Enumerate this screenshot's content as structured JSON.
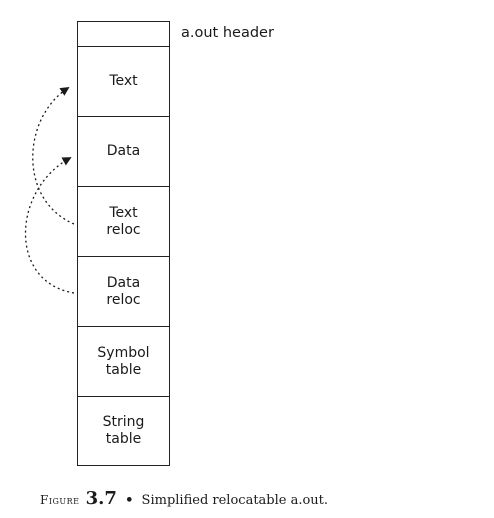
{
  "header_label": "a.out header",
  "sections": [
    {
      "label": ""
    },
    {
      "label": "Text"
    },
    {
      "label": "Data"
    },
    {
      "label": "Text\nreloc"
    },
    {
      "label": "Data\nreloc"
    },
    {
      "label": "Symbol\ntable"
    },
    {
      "label": "String\ntable"
    }
  ],
  "arrows": [
    {
      "from": "Text reloc",
      "to": "Text"
    },
    {
      "from": "Data reloc",
      "to": "Data"
    }
  ],
  "caption": {
    "figure_word": "Figure",
    "figure_number": "3.7",
    "bullet": "•",
    "text": "Simplified relocatable a.out."
  }
}
